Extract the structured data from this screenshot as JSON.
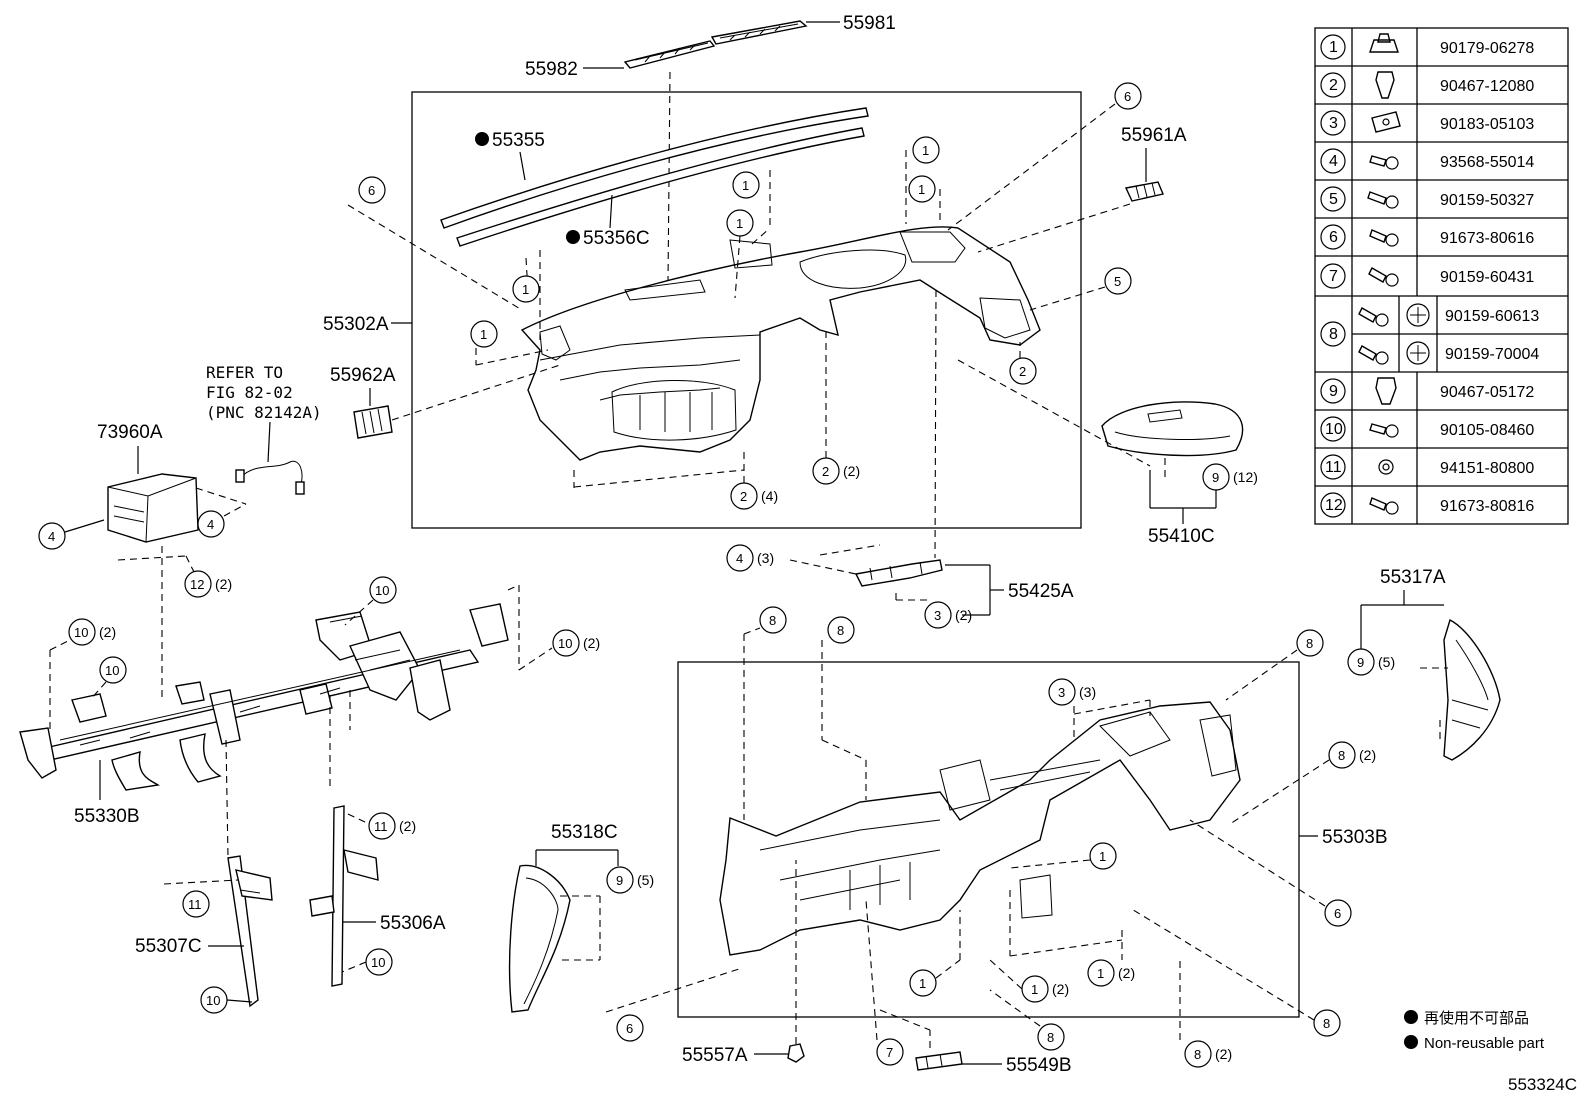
{
  "parts": {
    "p55981": "55981",
    "p55982": "55982",
    "p55355": "55355",
    "p55356C": "55356C",
    "p55961A": "55961A",
    "p55302A": "55302A",
    "p55962A": "55962A",
    "p73960A": "73960A",
    "p55410C": "55410C",
    "p55425A": "55425A",
    "p55317A": "55317A",
    "p55330B": "55330B",
    "p55318C": "55318C",
    "p55306A": "55306A",
    "p55307C": "55307C",
    "p55303B": "55303B",
    "p55557A": "55557A",
    "p55549B": "55549B"
  },
  "refer": {
    "line1": "REFER TO",
    "line2": "FIG 82-02",
    "line3": "(PNC 82142A)"
  },
  "qty": {
    "q2": "(2)",
    "q3": "(3)",
    "q4": "(4)",
    "q5": "(5)",
    "q12": "(12)"
  },
  "callouts": [
    "1",
    "2",
    "3",
    "4",
    "5",
    "6",
    "7",
    "8",
    "9",
    "10",
    "11",
    "12"
  ],
  "fastener_table": [
    {
      "no": "1",
      "part": "90179-06278"
    },
    {
      "no": "2",
      "part": "90467-12080"
    },
    {
      "no": "3",
      "part": "90183-05103"
    },
    {
      "no": "4",
      "part": "93568-55014"
    },
    {
      "no": "5",
      "part": "90159-50327"
    },
    {
      "no": "6",
      "part": "91673-80616"
    },
    {
      "no": "7",
      "part": "90159-60431"
    },
    {
      "no": "8",
      "part": "90159-60613",
      "part2": "90159-70004"
    },
    {
      "no": "9",
      "part": "90467-05172"
    },
    {
      "no": "10",
      "part": "90105-08460"
    },
    {
      "no": "11",
      "part": "94151-80800"
    },
    {
      "no": "12",
      "part": "91673-80816"
    }
  ],
  "legend": {
    "jp": "再使用不可部品",
    "en": "Non-reusable part"
  },
  "figure_code": "553324C"
}
